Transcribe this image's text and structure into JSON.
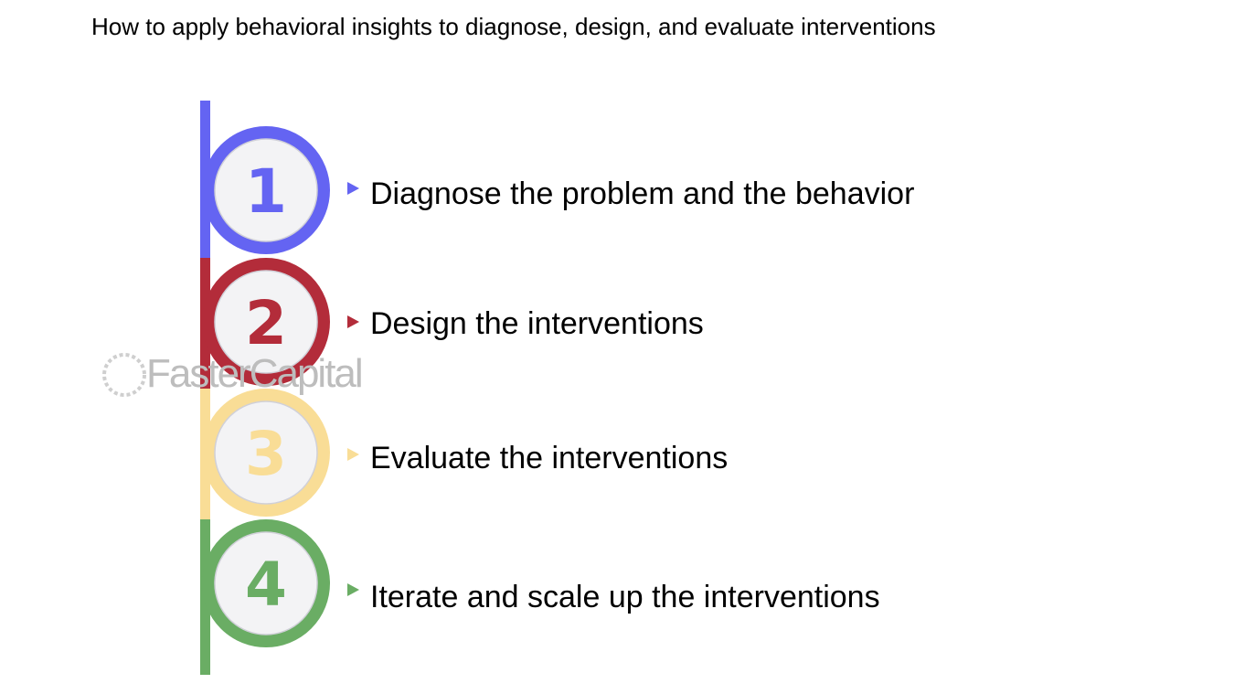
{
  "title": "How to apply behavioral insights to diagnose, design, and evaluate interventions",
  "watermark": "FasterCapital",
  "steps": [
    {
      "number": "1",
      "label": "Diagnose the problem and the behavior",
      "color": "#6464f2"
    },
    {
      "number": "2",
      "label": "Design the interventions",
      "color": "#b32c3a"
    },
    {
      "number": "3",
      "label": "Evaluate the interventions",
      "color": "#f9dd96"
    },
    {
      "number": "4",
      "label": "Iterate and scale up the interventions",
      "color": "#6aad64"
    }
  ]
}
